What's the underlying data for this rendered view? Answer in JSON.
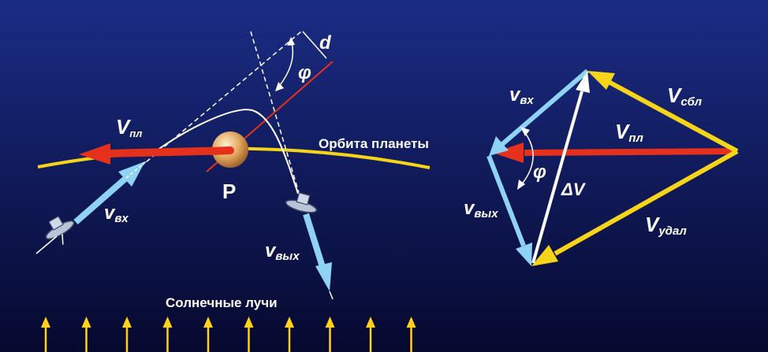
{
  "colors": {
    "bg_top": "#1b2c85",
    "bg_bottom": "#06092e",
    "orbit": "#f5d419",
    "planet_velocity": "#e5311c",
    "spacecraft_velocity": "#8fd3f4",
    "dashed": "#ffffff",
    "sun_rays": "#ffd21c",
    "planet": "#e0a55c"
  },
  "left": {
    "v_pl": {
      "main": "V",
      "sub": "пл"
    },
    "v_in": {
      "main": "v",
      "sub": "вх"
    },
    "v_out": {
      "main": "v",
      "sub": "вых"
    },
    "d": "d",
    "phi": "φ",
    "planet": "P",
    "orbit_label": "Орбита планеты",
    "sun_rays_label": "Солнечные лучи",
    "sun_ray_count": 10
  },
  "right": {
    "v_in": {
      "main": "v",
      "sub": "вх"
    },
    "v_pl": {
      "main": "V",
      "sub": "пл"
    },
    "v_approach": {
      "main": "V",
      "sub": "сбл"
    },
    "v_out": {
      "main": "v",
      "sub": "вых"
    },
    "v_recede": {
      "main": "V",
      "sub": "удал"
    },
    "delta_v": "ΔV",
    "phi": "φ"
  },
  "icons": [
    "spacecraft-icon",
    "sun-ray-arrow-icon"
  ]
}
